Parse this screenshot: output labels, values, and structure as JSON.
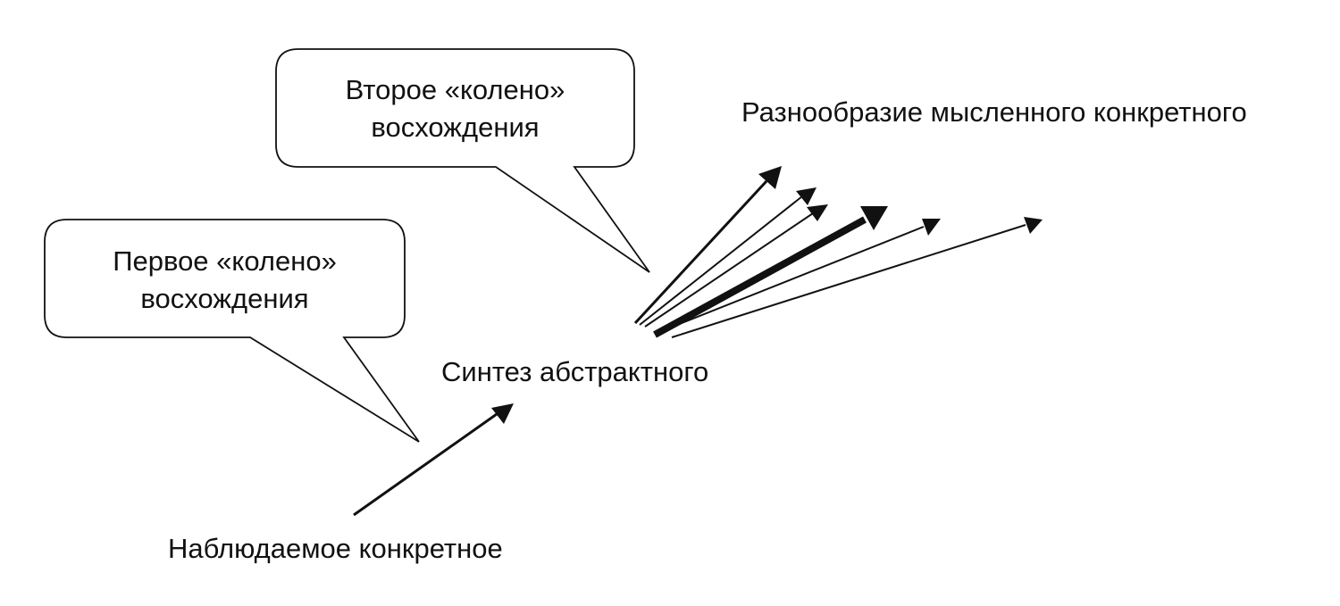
{
  "callouts": {
    "second": {
      "line1": "Второе «колено»",
      "line2": "восхождения"
    },
    "first": {
      "line1": "Первое «колено»",
      "line2": "восхождения"
    }
  },
  "labels": {
    "diversity": "Разнообразие мысленного конкретного",
    "synthesis": "Синтез абстрактного",
    "observed": "Наблюдаемое конкретное"
  },
  "colors": {
    "stroke": "#111111",
    "fill": "#ffffff",
    "text": "#111111"
  }
}
